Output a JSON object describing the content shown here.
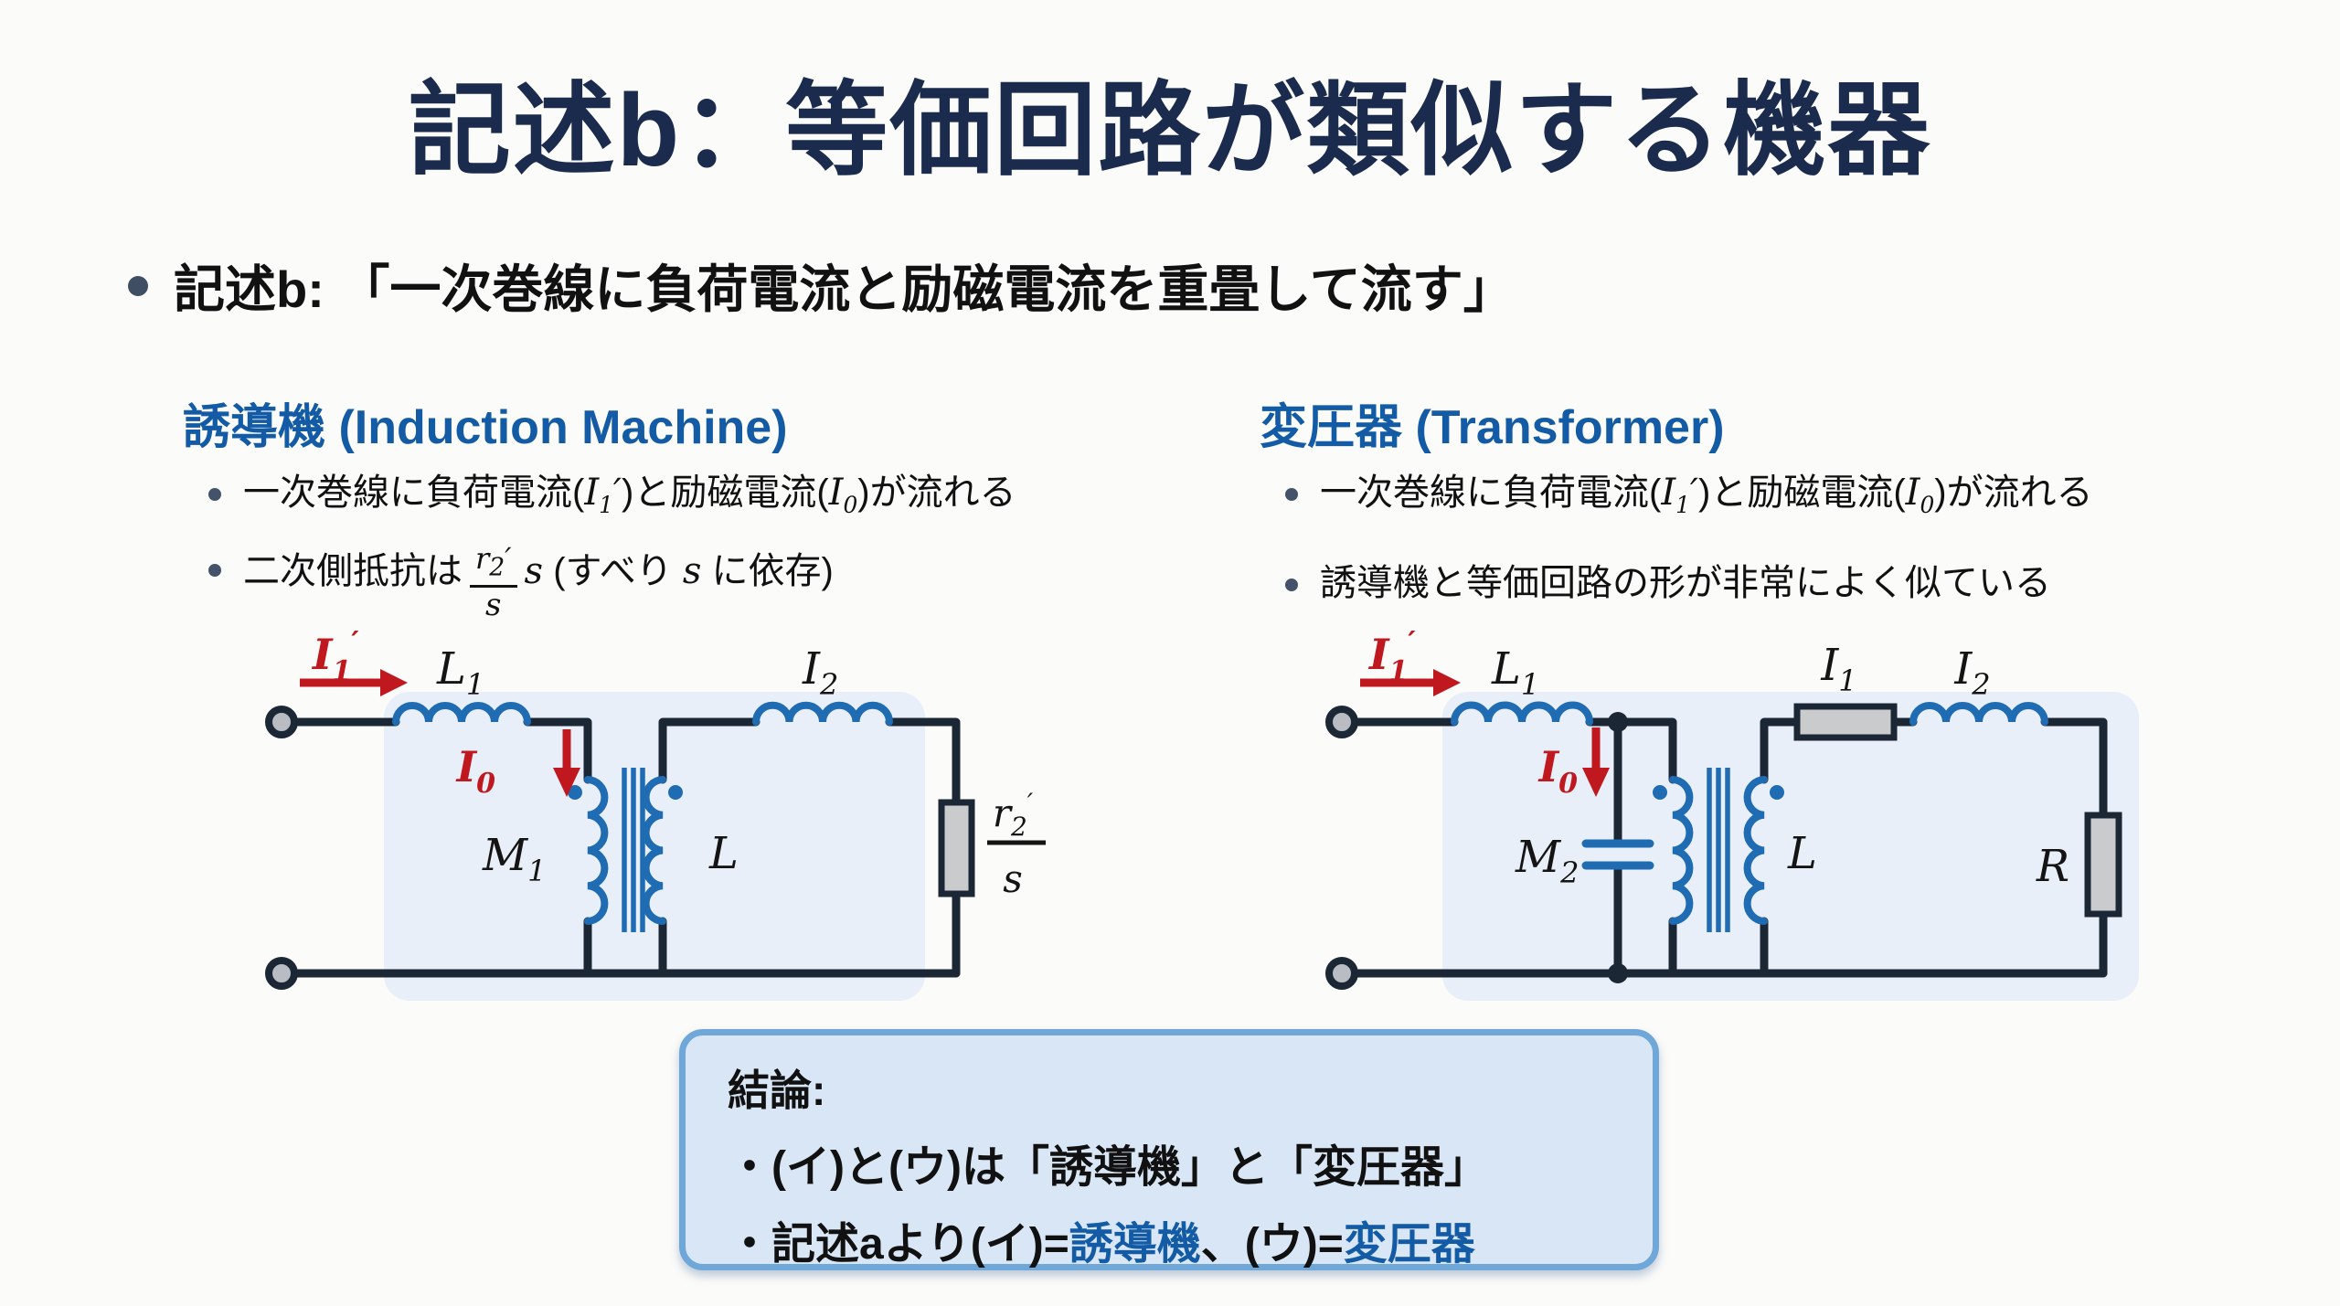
{
  "slide": {
    "title": "記述b：等価回路が類似する機器",
    "bullet": "記述b: 「一次巻線に負荷電流と励磁電流を重畳して流す」"
  },
  "induction": {
    "heading": "誘導機 (Induction Machine)",
    "b1": {
      "pre": "一次巻線に負荷電流(",
      "i1": "I",
      "i1sub": "1",
      "i1prime": "′",
      "mid": ")と励磁電流(",
      "i0": "I",
      "i0sub": "0",
      "post": ")が流れる"
    },
    "b2": {
      "pre": "二次側抵抗は",
      "num_base": "r",
      "num_sub": "2",
      "num_prime": "′",
      "den": "s",
      "mult": "s",
      "post_pre": "(すべり ",
      "post_s": "s",
      "post_end": " に依存)"
    }
  },
  "transformer": {
    "heading": "変圧器 (Transformer)",
    "b1": {
      "pre": "一次巻線に負荷電流(",
      "i1": "I",
      "i1sub": "1",
      "i1prime": "′",
      "mid": ")と励磁電流(",
      "i0": "I",
      "i0sub": "0",
      "post": ")が流れる"
    },
    "b2": "誘導機と等価回路の形が非常によく似ている"
  },
  "left_circuit": {
    "i1_label": {
      "base": "I",
      "sub": "1",
      "prime": "′"
    },
    "l1_label": {
      "base": "L",
      "sub": "1"
    },
    "i0_label": {
      "base": "I",
      "sub": "0"
    },
    "i2_label": {
      "base": "I",
      "sub": "2"
    },
    "m1_label": {
      "base": "M",
      "sub": "1"
    },
    "l_label": "L",
    "res_num": {
      "base": "r",
      "sub": "2",
      "prime": "′"
    },
    "res_den": "s"
  },
  "right_circuit": {
    "i1_label": {
      "base": "I",
      "sub": "1",
      "prime": "′"
    },
    "l1_label": {
      "base": "L",
      "sub": "1"
    },
    "i0_label": {
      "base": "I",
      "sub": "0"
    },
    "m2_label": {
      "base": "M",
      "sub": "2"
    },
    "r1_label": {
      "base": "I",
      "sub": "1"
    },
    "i2_label": {
      "base": "I",
      "sub": "2"
    },
    "l_label": "L",
    "r_label": "R"
  },
  "conclusion": {
    "heading": "結論:",
    "line1": "・(イ)と(ウ)は「誘導機」と「変圧器」",
    "line2": {
      "pre": "・記述aより(イ)=",
      "blue1": "誘導機",
      "mid": "、(ウ)=",
      "blue2": "変圧器"
    }
  },
  "colors": {
    "title_navy": "#1b2b4d",
    "heading_blue": "#135ba5",
    "wire_navy": "#1c2736",
    "coil_blue": "#1f6cb3",
    "accent_red": "#c0181f",
    "panel_bg": "#e9eff8",
    "box_bg": "#d9e6f5",
    "box_border": "#6fa7d8"
  }
}
